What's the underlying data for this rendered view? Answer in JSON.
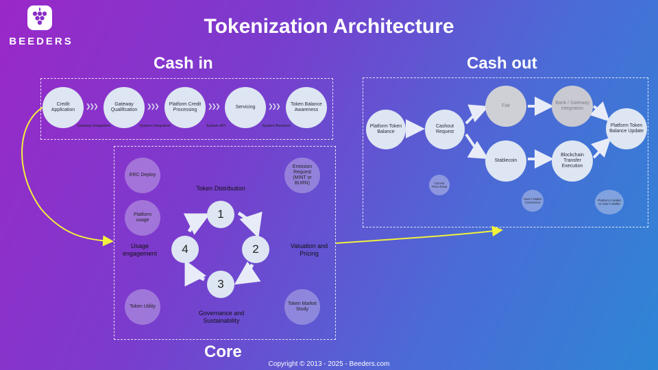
{
  "title": "Tokenization Architecture",
  "logo": {
    "name": "BEEDERS"
  },
  "sections": {
    "cash_in": "Cash in",
    "cash_out": "Cash out",
    "core": "Core"
  },
  "cash_in": {
    "nodes": [
      "Credit Application",
      "Gateway Qualification",
      "Platform Credit Processing",
      "Servicing",
      "Token Balance Awareness"
    ],
    "steps": [
      "Gateway Integration",
      "System Integration",
      "System API",
      "System Backend"
    ]
  },
  "core": {
    "cycle": [
      "1",
      "2",
      "3",
      "4"
    ],
    "labels": {
      "top": "Token Distribution",
      "right": "Valuation and Pricing",
      "bottom": "Governance and Sustainability",
      "left": "Usage engagement"
    },
    "corners": [
      "ERC Deploy",
      "Emission Request (MINT or BURN)",
      "Platform usage",
      "Token Utility",
      "Token Market Study"
    ]
  },
  "cash_out": {
    "nodes": {
      "balance": "Platform Token Balance",
      "cashout": "Cashout Request",
      "fiat": "Fiat",
      "stablecoin": "Stablecoin",
      "bank": "Bank / Gateway integration",
      "blockchain": "Blockchain Transfer Execution",
      "update": "Platform Token Balance Update"
    },
    "small": {
      "price": "Current Price Read",
      "wallet": "User's Wallet Connection",
      "transfer": "Platform's Wallet to User's Wallet"
    }
  },
  "copyright": "Copyright © 2013 - 2025 - Beeders.com"
}
